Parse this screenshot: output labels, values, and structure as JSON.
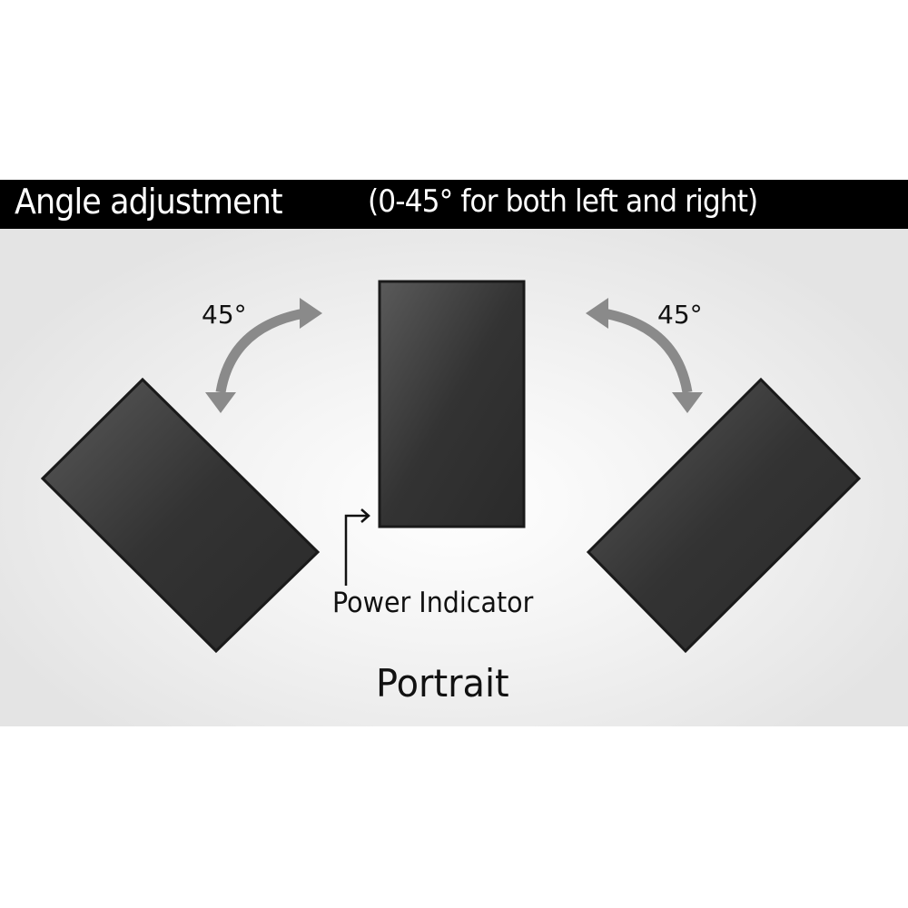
{
  "title": {
    "main": "Angle adjustment",
    "note": "(0-45° for both left and right)"
  },
  "angle_left": "45°",
  "angle_right": "45°",
  "power_indicator_label": "Power Indicator",
  "orientation_label": "Portrait",
  "colors": {
    "banner": "#000000",
    "panel": "#e6e6e6",
    "display": "#3a3a3a",
    "arrow": "#8a8a8a"
  }
}
